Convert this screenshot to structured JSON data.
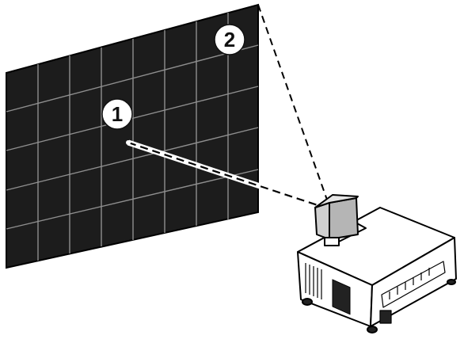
{
  "callouts": [
    {
      "label": "1"
    },
    {
      "label": "2"
    }
  ],
  "colors": {
    "screen": "#1a1a1a",
    "grid": "#8a8a8a",
    "line": "#000000",
    "projector_body": "#ffffff",
    "outline": "#000000"
  },
  "icons": {
    "screen": "projection-screen-grid",
    "projector": "projector-icon",
    "lens": "lens-unit-icon"
  }
}
